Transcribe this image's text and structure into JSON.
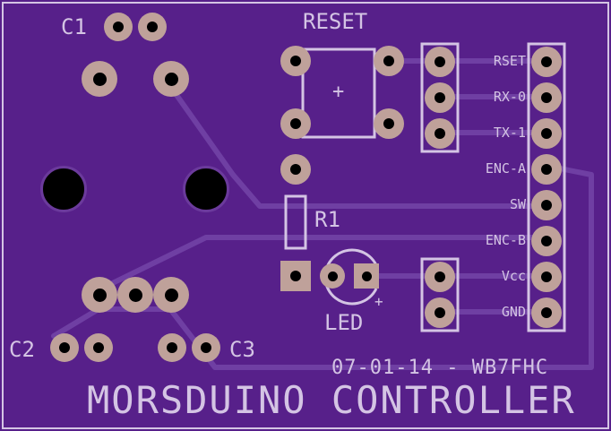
{
  "board": {
    "bg": "#57208a",
    "pad_color": "#bfa19a",
    "silk_color": "#d4c4e4",
    "trace_color": "#7e4fb0"
  },
  "labels": {
    "c1": "C1",
    "c2": "C2",
    "c3": "C3",
    "reset": "RESET",
    "plus": "+",
    "r1": "R1",
    "led": "LED",
    "led_plus": "+",
    "date_call": "07-01-14 - WB7FHC",
    "title": "MORSDUINO CONTROLLER"
  },
  "header_pins": [
    "RSET",
    "RX-0",
    "TX-1",
    "ENC-A",
    "SW",
    "ENC-B",
    "Vcc",
    "GND"
  ]
}
